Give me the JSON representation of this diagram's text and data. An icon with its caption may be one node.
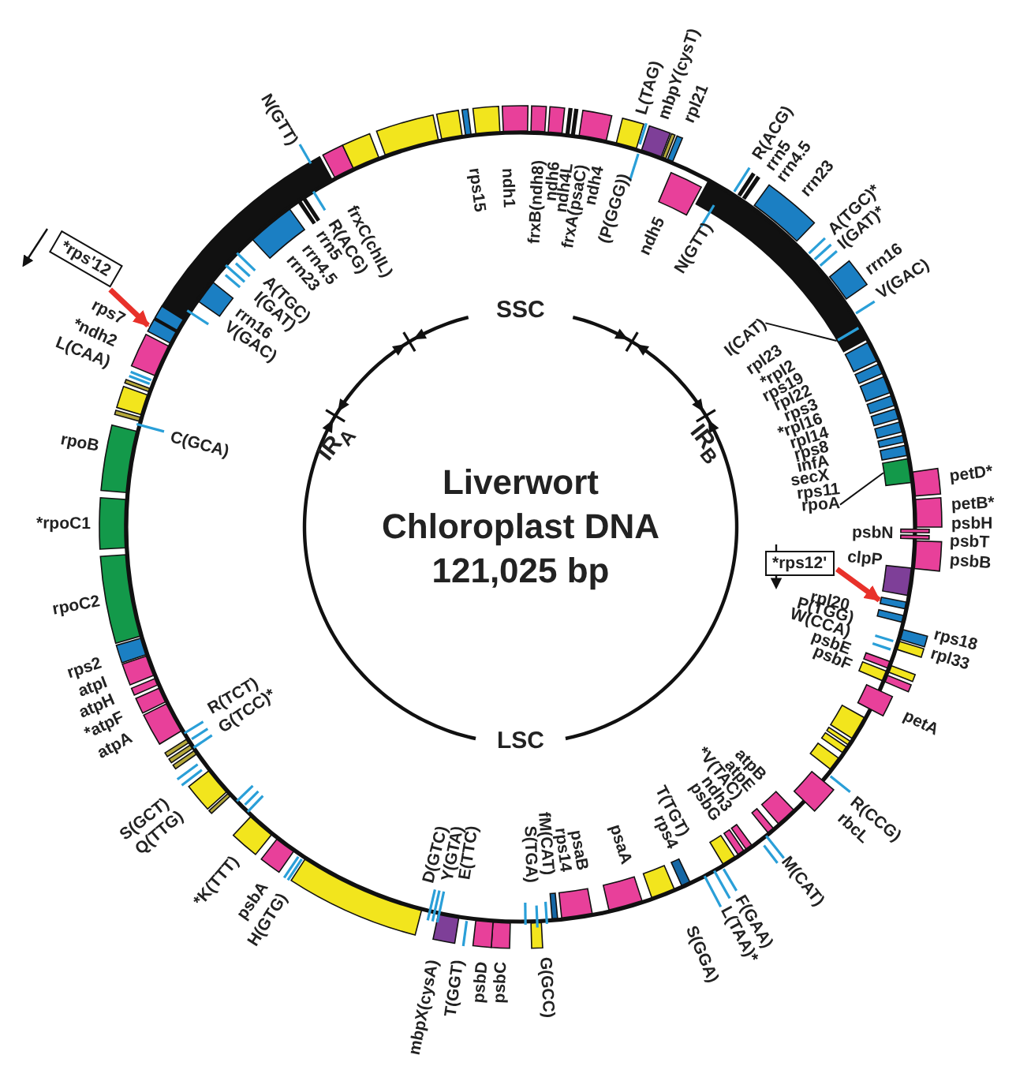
{
  "diagram": {
    "title": "Liverwort Chloroplast DNA 121,025 bp",
    "nodes": [
      {
        "text": [
          "*rps'12"
        ]
      },
      {
        "text": [
          "*rps12'"
        ]
      },
      {
        "text": [
          "I(CAT)"
        ]
      },
      {
        "text": [
          "rpoA"
        ]
      },
      {
        "text": [],
        "shape": "bar"
      },
      {
        "text": [],
        "shape": "bar"
      },
      {
        "text": [],
        "shape": "bar"
      },
      {
        "text": [],
        "shape": "bar"
      }
    ],
    "edges": [
      {
        "from": 0,
        "to": 4,
        "arrow": "to",
        "style": "thick",
        "color": "#e8312a"
      },
      {
        "from": 1,
        "to": 7,
        "arrow": "to",
        "style": "thick",
        "color": "#e8312a"
      },
      {
        "from": 2,
        "to": 5,
        "arrow": "none",
        "color": "#111111"
      },
      {
        "from": 3,
        "to": 6,
        "arrow": "none",
        "color": "#111111"
      }
    ],
    "labels": [
      "SSC",
      "IR$_{B}$",
      "LSC",
      "IR$_{A}$",
      "N(GTT)",
      "frxC(chlL)",
      "R(ACG)",
      "rrn5",
      "rrn4.5",
      "rrn23",
      "A(TGC)",
      "I(GAT)",
      "rrn16",
      "V(GAC)",
      "rps15",
      "ndh1",
      "frxB(ndh8)",
      "ndh6",
      "ndh4L",
      "frxA(psaC)",
      "ndh4",
      "(P(GGG))",
      "L(TAG)",
      "mbpY(cysT)",
      "rpl21",
      "ndh5",
      "N(GTT)",
      "R(ACG)",
      "rrn5",
      "rrn4.5",
      "rrn23",
      "A(TGC)*",
      "I(GAT)*",
      "rrn16",
      "V(GAC)",
      "rpl23",
      "*rpl2",
      "rps19",
      "rpl22",
      "rps3",
      "*rpl16",
      "rpl14",
      "rps8",
      "infA",
      "secX",
      "rps11",
      "petD*",
      "petB*",
      "psbH",
      "psbT",
      "psbB",
      "psbN",
      "clpP",
      "rpl20",
      "P(TGG)",
      "W(CCA)",
      "psbE",
      "psbF",
      "rps18",
      "rpl33",
      "petA",
      "R(CCG)",
      "rbcL",
      "atpB",
      "atpE",
      "*V(TAC)",
      "ndh3",
      "psbG",
      "M(CAT)",
      "F(GAA)",
      "L(TAA)*",
      "mbpX(cysA)",
      "D(GTC)",
      "Y(GTA)",
      "T(GGT)",
      "E(TTC)",
      "psbD",
      "psbC",
      "S(TGA)",
      "fM(CAT)",
      "G(GCC)",
      "rps14",
      "psaB",
      "psaA",
      "rps4",
      "T(TGT)",
      "S(GGA)",
      "H(GTG)",
      "psbA",
      "*K(TTT)",
      "Q(TTG)",
      "S(GCT)",
      "G(TCC)*",
      "R(TCT)",
      "atpA",
      "*atpF",
      "atpH",
      "atpI",
      "rps2",
      "rpoC2",
      "*rpoC1",
      "rpoB",
      "C(GCA)",
      "L(CAA)",
      "*ndh2",
      "rps7"
    ]
  }
}
